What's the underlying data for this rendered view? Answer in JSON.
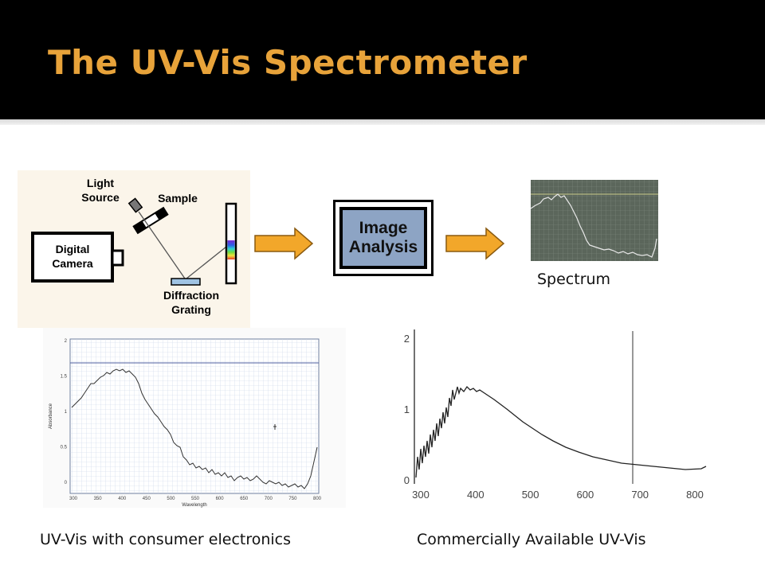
{
  "slide": {
    "title": "The UV-Vis Spectrometer"
  },
  "schematic": {
    "light_source_line1": "Light",
    "light_source_line2": "Source",
    "sample": "Sample",
    "camera_line1": "Digital",
    "camera_line2": "Camera",
    "grating_line1": "Diffraction",
    "grating_line2": "Grating"
  },
  "analysis_box": {
    "line1": "Image",
    "line2": "Analysis"
  },
  "captions": {
    "spectrum": "Spectrum",
    "consumer": "UV-Vis with consumer electronics",
    "commercial": "Commercially Available UV-Vis"
  },
  "consumer_plot": {
    "y_ticks": [
      "2",
      "1.5",
      "1",
      "0.5",
      "0"
    ],
    "x_ticks": [
      "300",
      "350",
      "400",
      "450",
      "500",
      "550",
      "600",
      "650",
      "700",
      "750",
      "800"
    ],
    "ylabel": "Absorbance",
    "xlabel": "Wavelength"
  },
  "commercial_plot": {
    "y_ticks": [
      "2",
      "1",
      "0"
    ],
    "x_ticks": [
      "300",
      "400",
      "500",
      "600",
      "700",
      "800"
    ]
  },
  "colors": {
    "header_bg": "#000000",
    "title": "#e8a33a",
    "arrow": "#f2a72a",
    "analysis_fill": "#8da4c4"
  }
}
